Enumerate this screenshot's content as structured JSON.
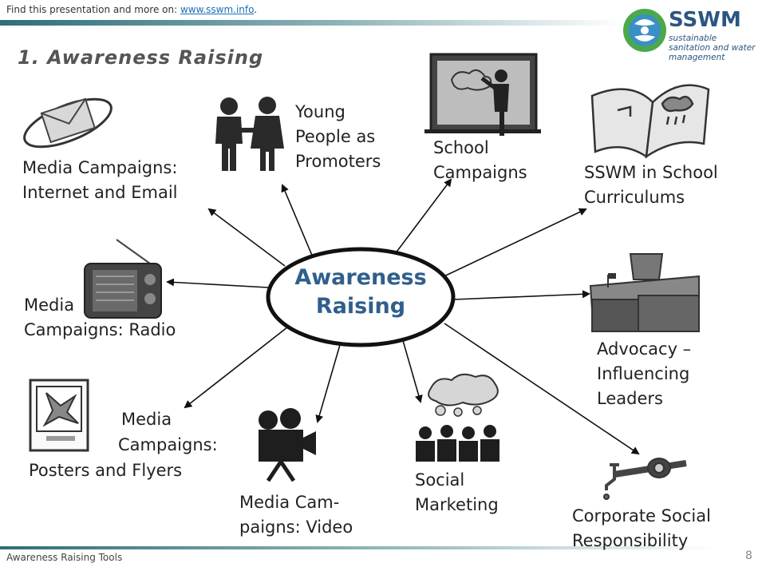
{
  "header": {
    "note_prefix": "Find this presentation  and more on: ",
    "note_link": "www.sswm.info",
    "note_suffix": "."
  },
  "logo": {
    "name": "SSWM",
    "tagline": "sustainable sanitation and water management"
  },
  "title": "1. Awareness Raising",
  "center": "Awareness\nRaising",
  "nodes": {
    "young_people": "Young\nPeople as\nPromoters",
    "school_campaigns": "School\nCampaigns",
    "school_curriculums": "SSWM in School\nCurriculums",
    "advocacy": "Advocacy –\nInfluencing\nLeaders",
    "csr": "Corporate Social\nResponsibility",
    "social_marketing": "Social\nMarketing",
    "video": "Media Cam-\npaigns: Video",
    "posters_line1": "Media",
    "posters_line2": "Campaigns:",
    "posters_line3": "Posters and Flyers",
    "radio": "Media\nCampaigns: Radio",
    "internet": "Media Campaigns:\nInternet and Email"
  },
  "icons": {
    "young_people": "people-icon",
    "school_campaigns": "blackboard-teacher-icon",
    "school_curriculums": "book-icon",
    "advocacy": "desk-chair-icon",
    "csr": "tap-meter-icon",
    "social_marketing": "crowd-thought-icon",
    "video": "video-camera-icon",
    "posters": "poster-icon",
    "radio": "radio-icon",
    "internet": "email-orbit-icon"
  },
  "footer": "Awareness Raising Tools",
  "page_number": "8"
}
